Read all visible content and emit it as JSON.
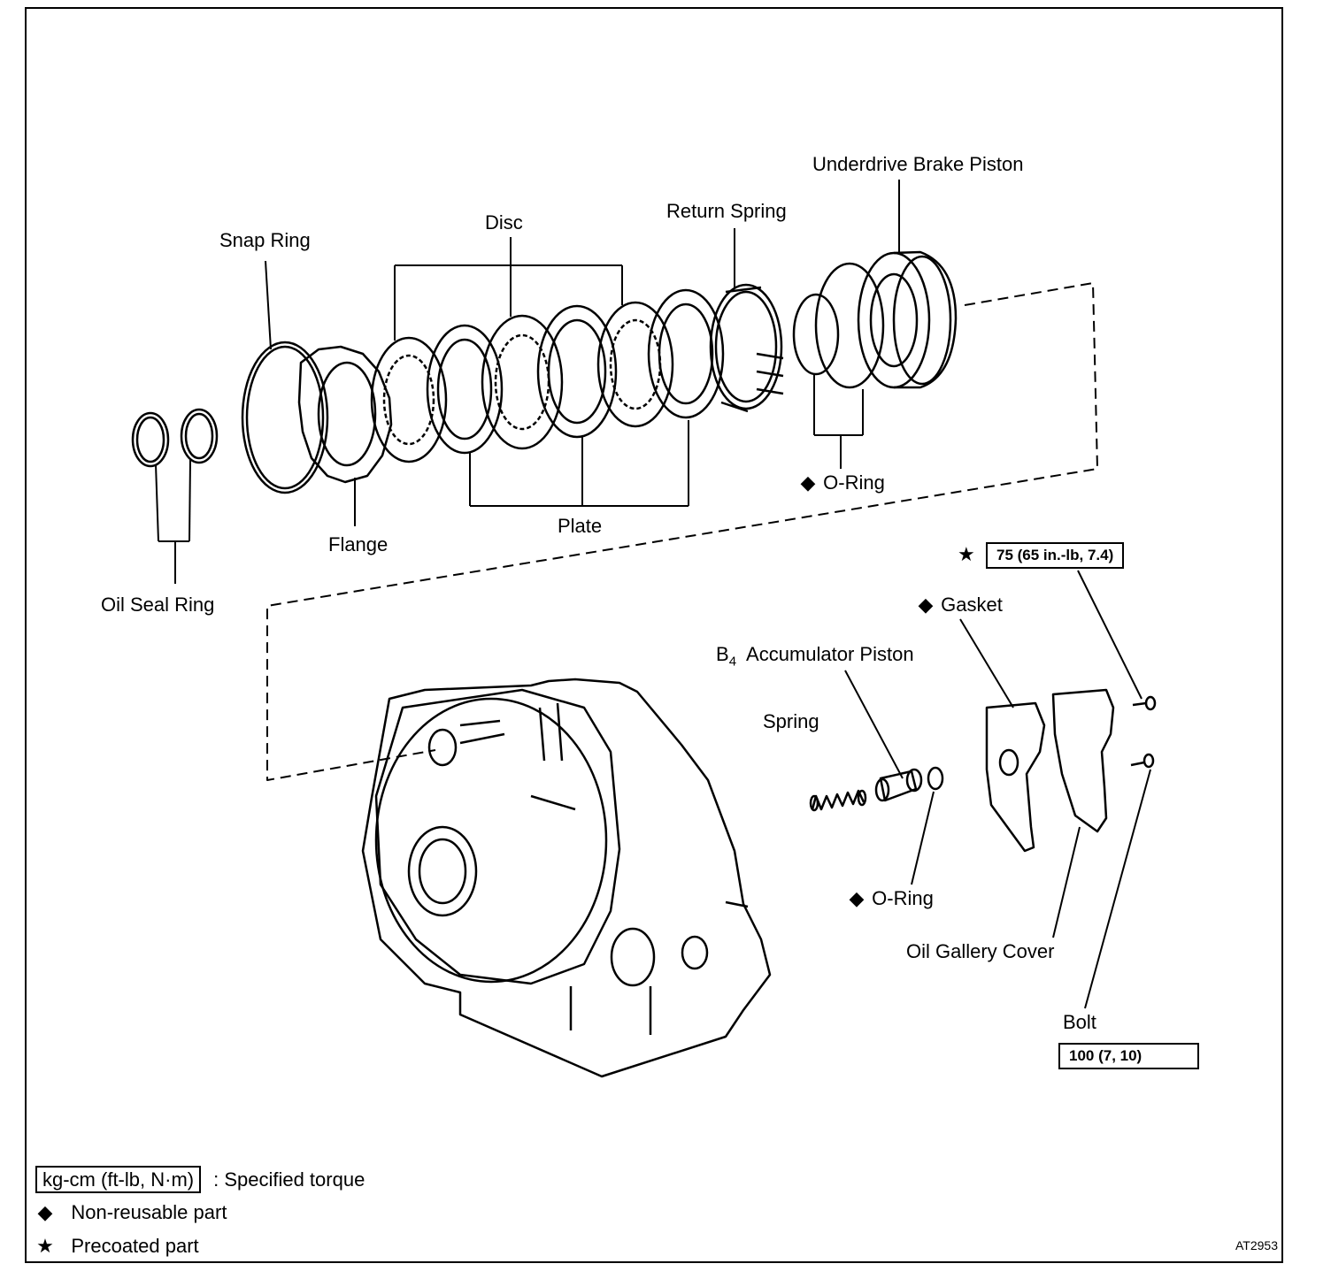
{
  "labels": {
    "underdrive_brake_piston": "Underdrive Brake Piston",
    "return_spring": "Return Spring",
    "disc": "Disc",
    "snap_ring": "Snap Ring",
    "oil_seal_ring": "Oil Seal Ring",
    "flange": "Flange",
    "plate": "Plate",
    "o_ring_upper": "O-Ring",
    "gasket": "Gasket",
    "b4_accumulator_piston_prefix": "B",
    "b4_accumulator_piston_sub": "4",
    "b4_accumulator_piston_suffix": "Accumulator Piston",
    "spring": "Spring",
    "o_ring_lower": "O-Ring",
    "oil_gallery_cover": "Oil Gallery Cover",
    "bolt": "Bolt"
  },
  "torque": {
    "precoated_bolt": "75 (65 in.-lb, 7.4)",
    "bolt": "100 (7, 10)"
  },
  "symbols": {
    "non_reusable": "◆",
    "precoated": "★"
  },
  "legend": {
    "torque_unit": "kg-cm (ft-lb, N·m)",
    "torque_desc": ":  Specified torque",
    "non_reusable": "Non-reusable part",
    "precoated": "Precoated part"
  },
  "figure_code": "AT2953"
}
